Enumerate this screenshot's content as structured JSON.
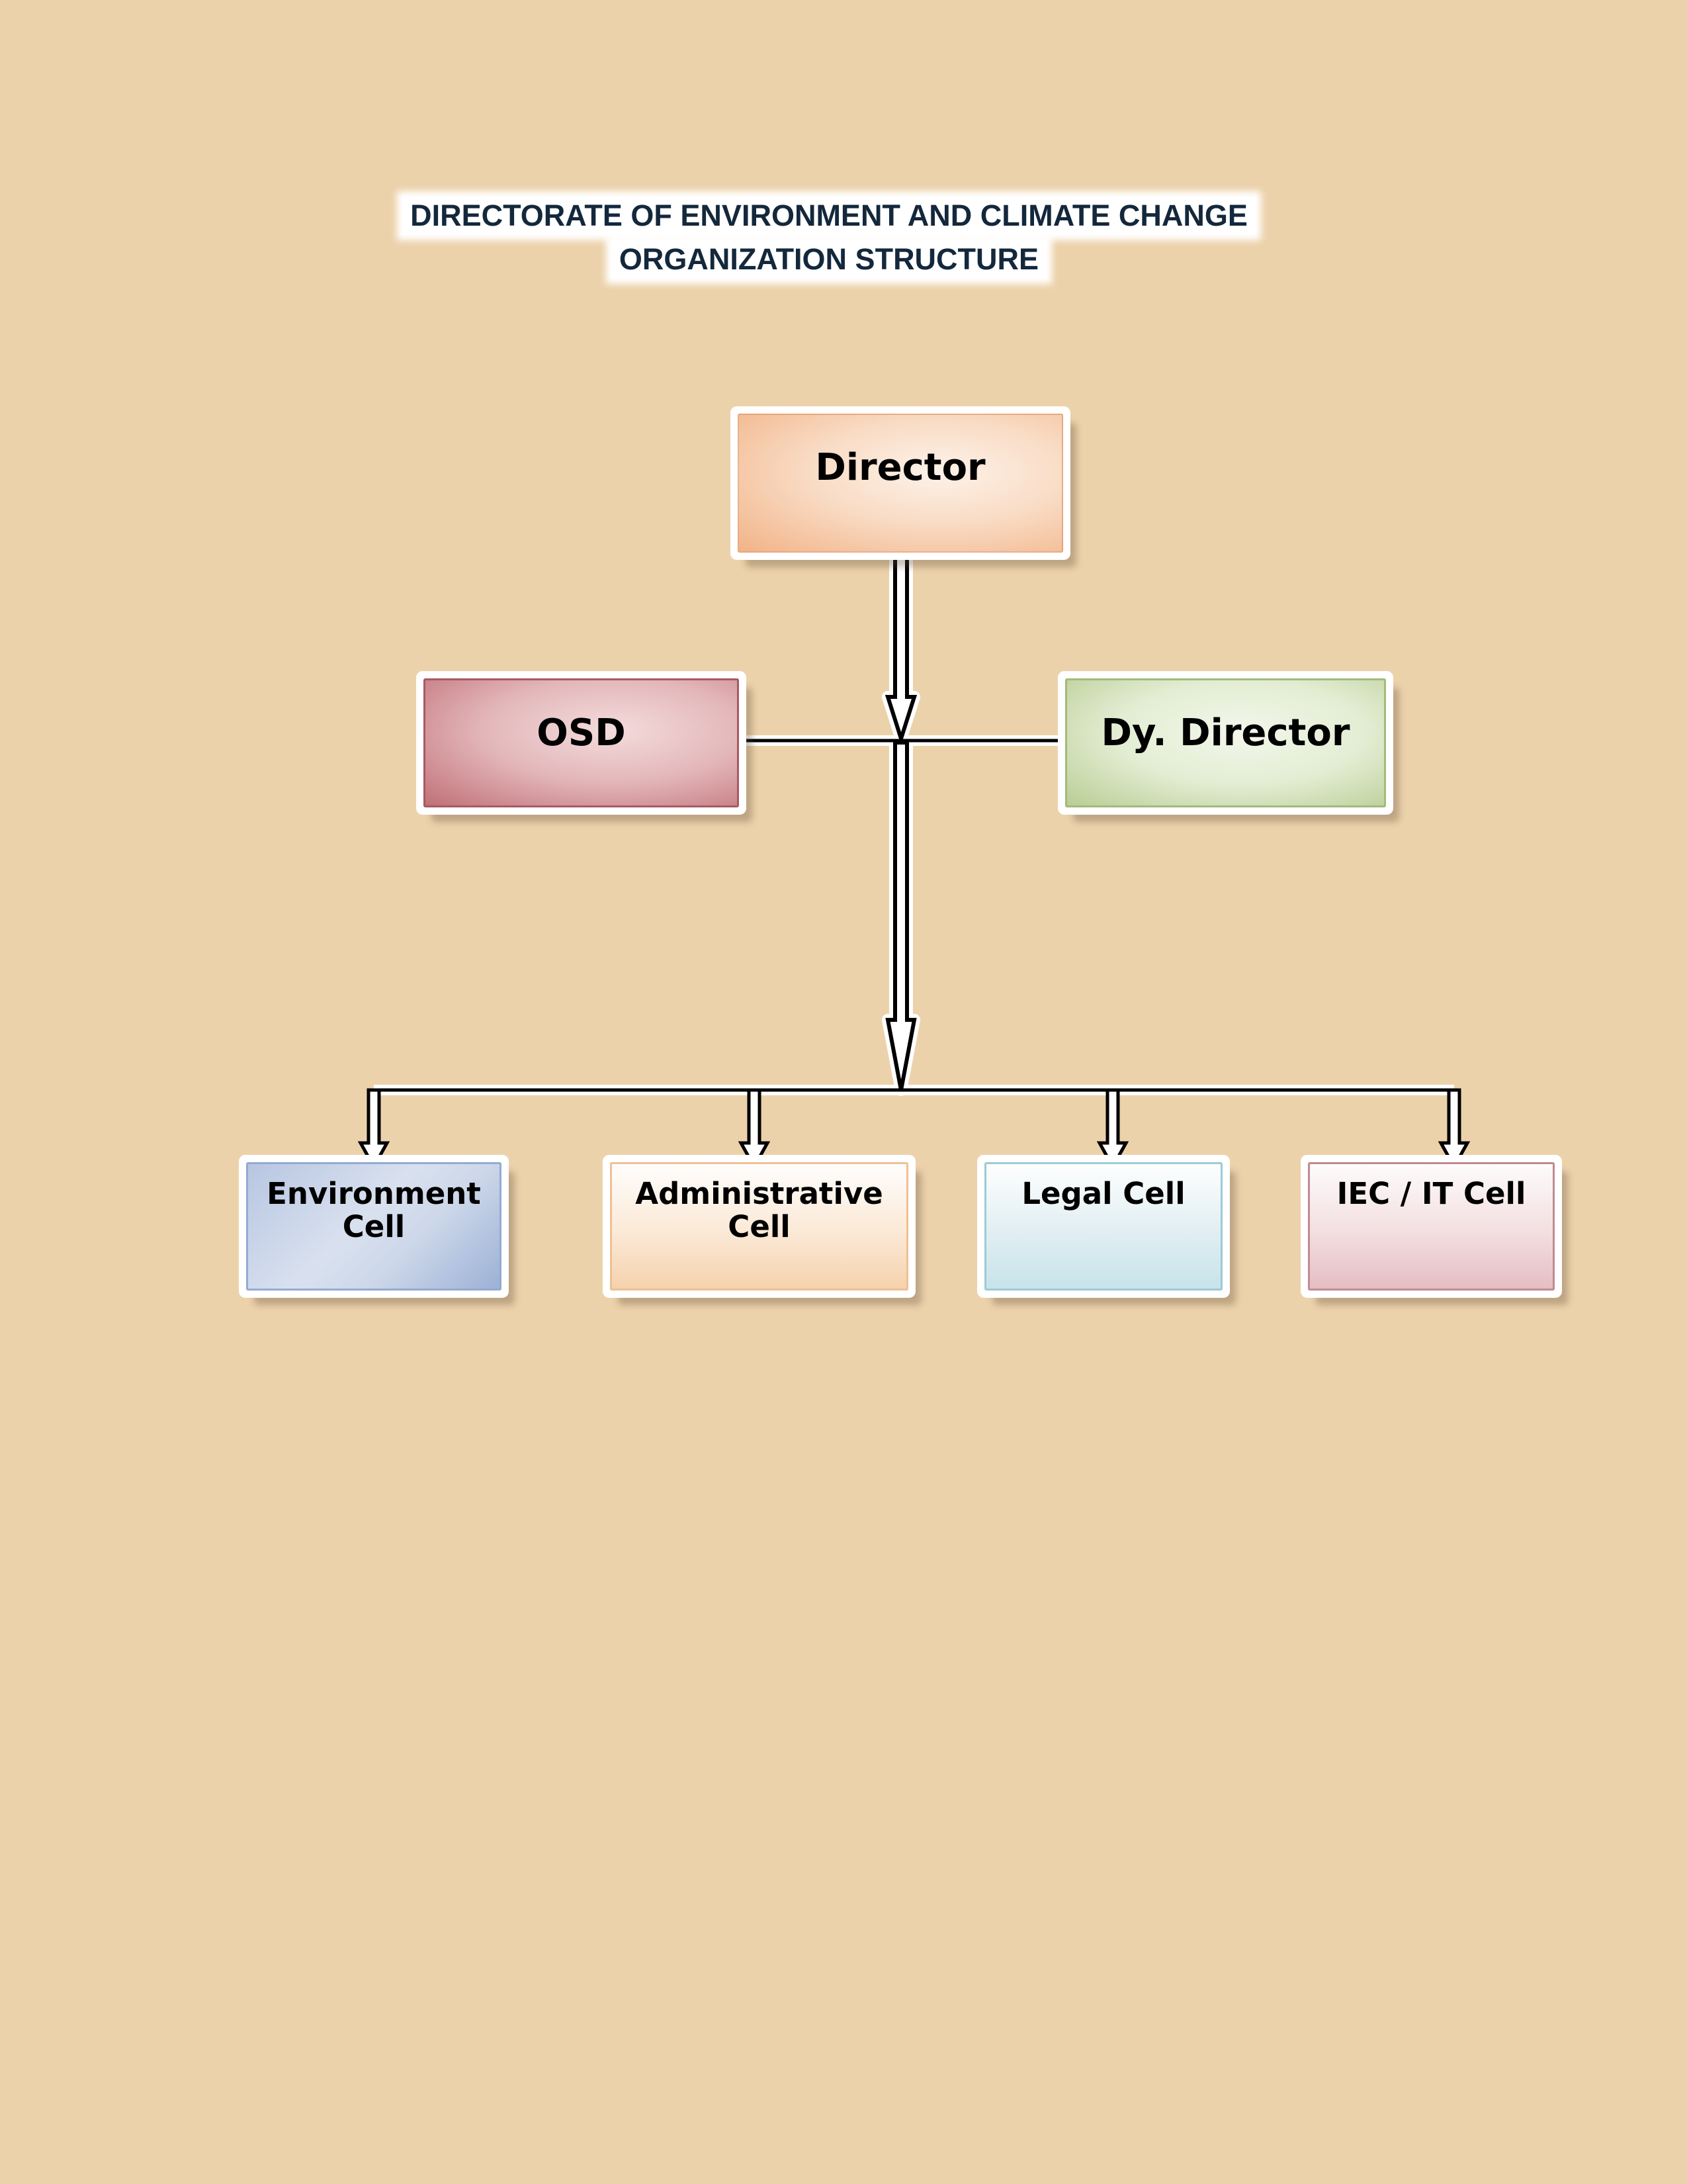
{
  "title": {
    "line1": "DIRECTORATE OF ENVIRONMENT AND CLIMATE CHANGE",
    "line2": "ORGANIZATION STRUCTURE"
  },
  "org": {
    "director": {
      "label": "Director"
    },
    "osd": {
      "label": "OSD"
    },
    "dy_director": {
      "label": "Dy. Director"
    },
    "cells": [
      {
        "label": "Environment\nCell"
      },
      {
        "label": "Administrative\nCell"
      },
      {
        "label": "Legal Cell"
      },
      {
        "label": "IEC / IT Cell"
      }
    ]
  },
  "colors": {
    "page_background": "#ecd2ab",
    "title_text": "#14283c",
    "title_highlight": "#ffffff",
    "director_fill": "#f2b388",
    "director_light": "#fdf2e9",
    "osd_fill": "#c07077",
    "osd_light": "#f4dcdc",
    "osd_border": "#a85a62",
    "dy_director_fill": "#b9cd94",
    "dy_director_light": "#f3f7ec",
    "dy_director_border": "#a3ba7c",
    "environment_fill": "#9db1d6",
    "environment_light": "#d9e1ef",
    "environment_border": "#94aad2",
    "administrative_fill": "#f5d2ad",
    "administrative_light": "#fefdfc",
    "administrative_border": "#efc095",
    "legal_fill": "#c8e3ea",
    "legal_light": "#fdfefe",
    "legal_border": "#9ccbd6",
    "iec_fill": "#e4bec3",
    "iec_light": "#fdfbfb",
    "iec_border": "#c08b92",
    "connector_line": "#000000",
    "connector_fill": "#ffffff",
    "label_text": "#000000"
  }
}
